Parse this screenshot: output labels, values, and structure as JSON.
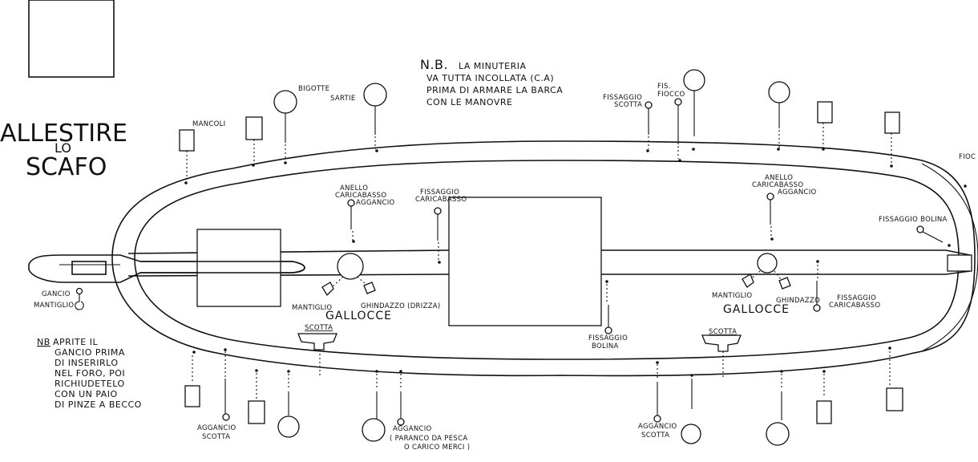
{
  "title": {
    "line1": "ALLESTIRE",
    "line2": "LO",
    "line3": "SCAFO"
  },
  "note_top": {
    "prefix": "N.B.",
    "lines": [
      "LA MINUTERIA",
      "VA TUTTA INCOLLATA (C.A)",
      "PRIMA DI ARMARE LA BARCA",
      "CON LE MANOVRE"
    ]
  },
  "note_left": {
    "prefix": "NB",
    "lines": [
      "APRITE IL",
      "GANCIO PRIMA",
      "DI INSERIRLO",
      "NEL FORO, POI",
      "RICHIUDETELO",
      "CON UN PAIO",
      "DI PINZE A BECCO"
    ]
  },
  "labels": {
    "mancoli": "MANCOLI",
    "bigotte": "BIGOTTE",
    "sartie": "SARTIE",
    "fissaggio_scotta": [
      "FISSAGGIO",
      "SCOTTA"
    ],
    "fis_fiocco": [
      "FIS.",
      "FIOCCO"
    ],
    "fiocco_edge": "FIOC",
    "anello_left": [
      "ANELLO",
      "CARICABASSO",
      "AGGANCIO"
    ],
    "fissaggio_caricabasso_top": [
      "FISSAGGIO",
      "CARICABASSO"
    ],
    "anello_right": [
      "ANELLO",
      "CARICABASSO",
      "AGGANCIO"
    ],
    "fissaggio_bolina_right": "FISSAGGIO BOLINA",
    "gancio_mantiglio": [
      "GANCIO",
      "MANTIGLIO"
    ],
    "mantiglio_left": "MANTIGLIO",
    "ghindazzo_left": "GHINDAZZO (DRIZZA)",
    "gallocce_left": "GALLOCCE",
    "mantiglio_right": "MANTIGLIO",
    "ghindazzo_right": "GHINDAZZO",
    "gallocce_right": "GALLOCCE",
    "fissaggio_bolina_mid": [
      "FISSAGGIO",
      "BOLINA"
    ],
    "fissaggio_caricabasso_right": [
      "FISSAGGIO",
      "CARICABASSO"
    ],
    "scotta_left": "SCOTTA",
    "scotta_right": "SCOTTA",
    "aggancio_scotta_left": [
      "AGGANCIO",
      "SCOTTA"
    ],
    "aggancio_paranco": [
      "AGGANCIO",
      "( PARANCO DA PESCA",
      "O CARICO MERCI )"
    ],
    "aggancio_scotta_right": [
      "AGGANCIO",
      "SCOTTA"
    ]
  },
  "colors": {
    "ink": "#111111",
    "paper": "#ffffff"
  }
}
